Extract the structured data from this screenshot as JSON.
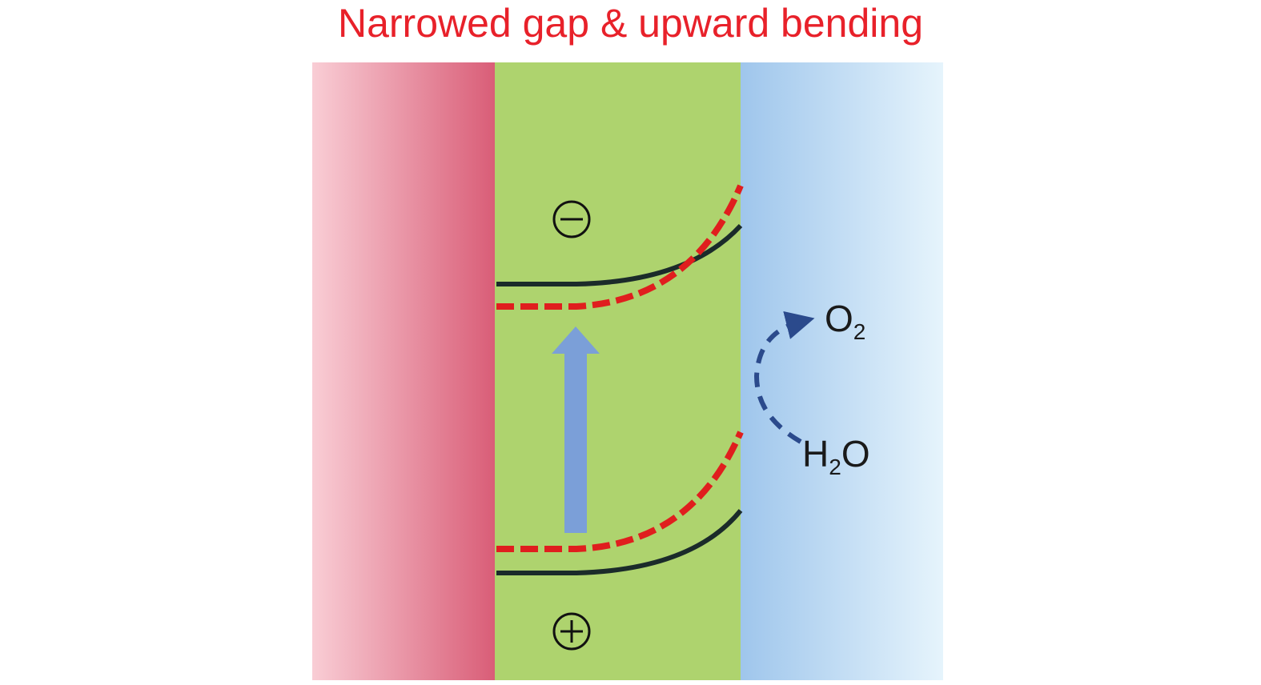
{
  "title": "Narrowed gap & upward bending",
  "labels": {
    "negative_charge": "⊖",
    "positive_charge": "⊕",
    "o2_main": "O",
    "o2_sub": "2",
    "h2o_h": "H",
    "h2o_sub": "2",
    "h2o_o": "O"
  },
  "colors": {
    "title": "#e8212a",
    "left_region": "#d9607a",
    "middle_region": "#aed36e",
    "right_region": "#a9cdee",
    "arrow": "#7b9fd8",
    "reaction_arrow": "#2b4a8c",
    "dashed_band": "#e01e1e",
    "solid_band": "#1b2b2a"
  }
}
